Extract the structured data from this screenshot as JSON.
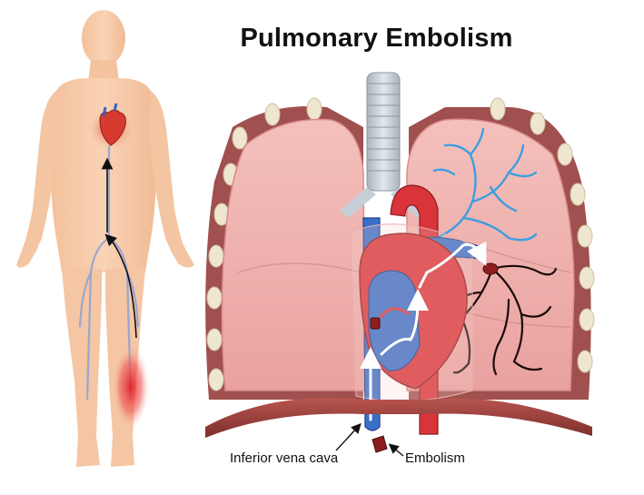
{
  "title": "Pulmonary Embolism",
  "labels": {
    "inferior_vena_cava": "Inferior vena cava",
    "embolism": "Embolism"
  },
  "colors": {
    "skin": "#f6c9a8",
    "lung": "#efb1ae",
    "lung_dark": "#d98d8a",
    "pleura": "#a0504e",
    "rib": "#efe6cf",
    "trachea": "#c7cfd6",
    "heart_red": "#d9343a",
    "vein_blue": "#3a6fc8",
    "blocked_vessel": "#1a0a0a",
    "clot_glow": "#e23030",
    "vessel_healthy": "#3c9ee0"
  },
  "icons": [
    "human-body-figure",
    "heart-icon",
    "clot-icon",
    "flow-arrow-icon"
  ]
}
